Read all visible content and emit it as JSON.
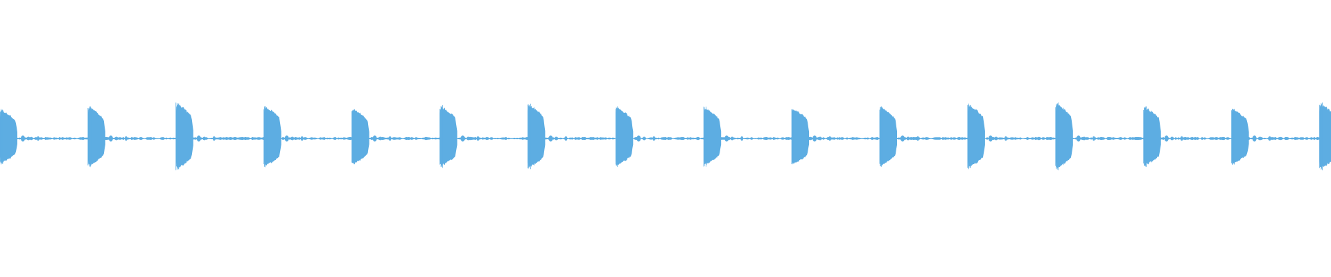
{
  "waveform": {
    "color": "#5DADE2",
    "background": "#ffffff",
    "beat_count": 16,
    "beat_peaks": [
      0.82,
      0.9,
      1.0,
      0.92,
      0.85,
      0.92,
      0.98,
      0.9,
      0.88,
      0.86,
      0.9,
      0.97,
      1.0,
      0.9,
      0.84,
      1.0
    ]
  }
}
